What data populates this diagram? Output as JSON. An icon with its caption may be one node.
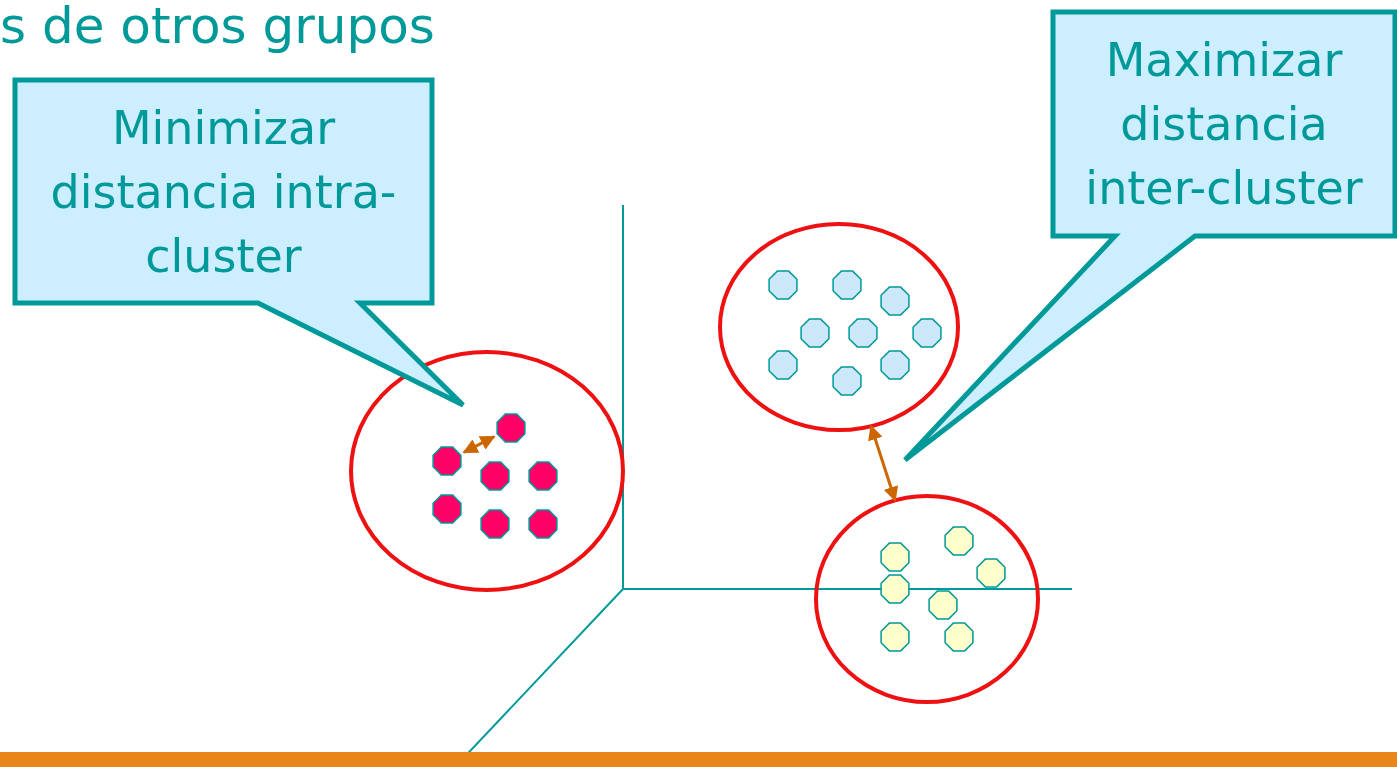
{
  "diagram": {
    "title": "s de otros grupos",
    "nodes": [
      {
        "text": [
          "Minimizar distancia intra-cluster"
        ]
      },
      {
        "text": [
          "Maximizar distancia inter-cluster"
        ]
      },
      {
        "text": [],
        "shape": "circle"
      },
      {
        "text": [],
        "shape": "octagon",
        "in": 2
      },
      {
        "text": [],
        "shape": "octagon",
        "in": 2
      },
      {
        "text": [],
        "shape": "octagon",
        "in": 2
      },
      {
        "text": [],
        "shape": "octagon",
        "in": 2
      },
      {
        "text": [],
        "shape": "octagon",
        "in": 2
      },
      {
        "text": [],
        "shape": "octagon",
        "in": 2
      },
      {
        "text": [],
        "shape": "octagon",
        "in": 2
      },
      {
        "text": [],
        "shape": "circle"
      },
      {
        "text": [],
        "shape": "octagon",
        "in": 10
      },
      {
        "text": [],
        "shape": "octagon",
        "in": 10
      },
      {
        "text": [],
        "shape": "octagon",
        "in": 10
      },
      {
        "text": [],
        "shape": "octagon",
        "in": 10
      },
      {
        "text": [],
        "shape": "octagon",
        "in": 10
      },
      {
        "text": [],
        "shape": "octagon",
        "in": 10
      },
      {
        "text": [],
        "shape": "octagon",
        "in": 10
      },
      {
        "text": [],
        "shape": "octagon",
        "in": 10
      },
      {
        "text": [],
        "shape": "octagon",
        "in": 10
      },
      {
        "text": [],
        "shape": "circle"
      },
      {
        "text": [],
        "shape": "octagon",
        "in": 20
      },
      {
        "text": [],
        "shape": "octagon",
        "in": 20
      },
      {
        "text": [],
        "shape": "octagon",
        "in": 20
      },
      {
        "text": [],
        "shape": "octagon",
        "in": 20
      },
      {
        "text": [],
        "shape": "octagon",
        "in": 20
      },
      {
        "text": [],
        "shape": "octagon",
        "in": 20
      },
      {
        "text": [],
        "shape": "octagon",
        "in": 20
      }
    ],
    "edges": [
      {
        "from": 4,
        "to": 3,
        "arrow": "both"
      },
      {
        "from": 10,
        "to": 20,
        "arrow": "both"
      }
    ]
  }
}
